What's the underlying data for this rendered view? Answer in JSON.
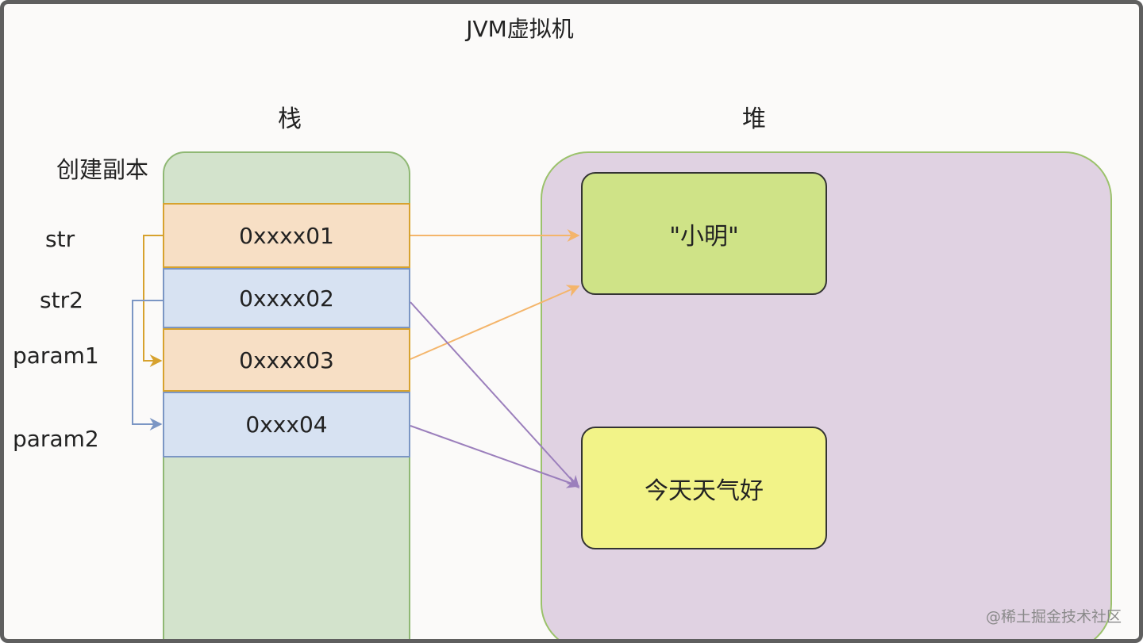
{
  "title": "JVM虚拟机",
  "stack_label": "栈",
  "heap_label": "堆",
  "stack_note": "创建副本",
  "variables": [
    "str",
    "str2",
    "param1",
    "param2"
  ],
  "stack_cells": [
    "0xxxx01",
    "0xxxx02",
    "0xxxx03",
    "0xxx04"
  ],
  "heap_objects": [
    "\"小明\"",
    "今天天气好"
  ],
  "watermark": "@稀土掘金技术社区",
  "colors": {
    "stack_bg": "#d3e3cc",
    "heap_bg": "#e0d2e2",
    "orange_cell": "#f7dfc5",
    "blue_cell": "#d7e2f2",
    "orange_arrow": "#f4b56b",
    "purple_arrow": "#9b7fbc",
    "obj1": "#cfe387",
    "obj2": "#f2f388"
  }
}
